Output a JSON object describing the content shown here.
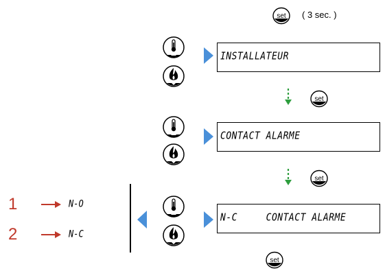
{
  "colors": {
    "pointer": "#4a90d9",
    "step_arrow": "#2e9e3e",
    "option_accent": "#c0392b"
  },
  "top": {
    "set_label": "set",
    "duration": "( 3 sec. )"
  },
  "step1": {
    "screen_text": "INSTALLATEUR",
    "set_label": "set"
  },
  "step2": {
    "screen_text": "CONTACT ALARME",
    "set_label": "set"
  },
  "step3": {
    "screen_text": "N-C     CONTACT ALARME",
    "set_label": "set"
  },
  "options": [
    {
      "number": "1",
      "label": "N-O"
    },
    {
      "number": "2",
      "label": "N-C"
    }
  ],
  "icons": {
    "up_button": "thermometer-up-icon",
    "down_button": "flame-down-icon",
    "set_button": "set-button-icon"
  }
}
